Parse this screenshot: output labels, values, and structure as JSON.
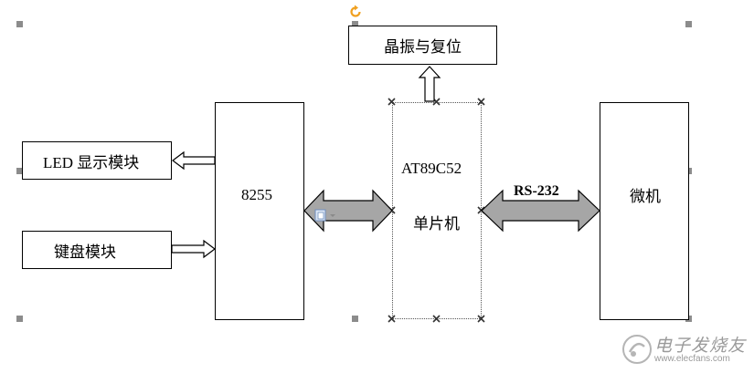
{
  "diagram": {
    "blocks": {
      "oscillator_reset": "晶振与复位",
      "led_display": "LED 显示模块",
      "keyboard": "键盘模块",
      "chip_8255": "8255",
      "mcu_model": "AT89C52",
      "mcu_type": "单片机",
      "microcomputer": "微机"
    },
    "links": {
      "serial": "RS-232"
    }
  },
  "watermark": {
    "brand": "电子发烧友",
    "site": "www.elecfans.com"
  },
  "colors": {
    "outline": "#000000",
    "fat_arrow_fill": "#a6a6a6",
    "selection_handle": "#8c8c8c",
    "rotate_handle": "#f0a020",
    "watermark": "#9a9a9a"
  }
}
